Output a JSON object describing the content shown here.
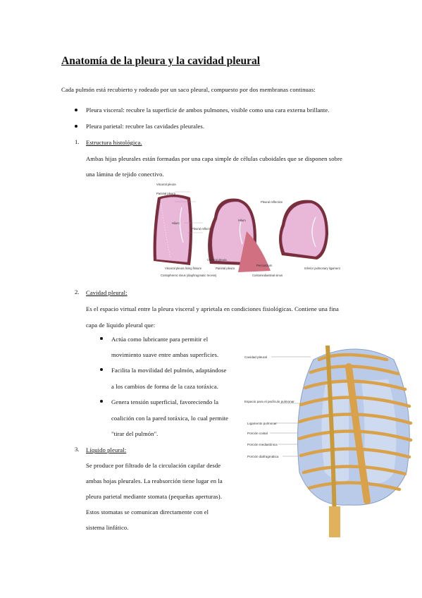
{
  "title": "Anatomía de la pleura y la cavidad pleural",
  "intro": "Cada pulmón está recubierto y rodeado por un saco pleural, compuesto por dos membranas continuas:",
  "bullets": [
    "Pleura visceral: recubre la superficie de ambos pulmones, visible como una cara externa brillante.",
    "Pleura parietal: recubre las cavidades pleurales."
  ],
  "section1": {
    "num": "1.",
    "heading": "Estructura histológica.",
    "line1": "Ambas hijas pleurales están formadas por una capa simple de células cuboidales que se disponen sobre",
    "line2": "una lámina de tejido conectivo."
  },
  "figure1": {
    "labels": {
      "visceral_pleura": "Visceral pleura",
      "parietal_pleura": "Parietal pleura",
      "hilum1": "Hilum",
      "pleural_reflection1": "Pleural reflection",
      "visceral_lining": "Visceral pleura lining fissure",
      "costophrenic": "Costophrenic sinus (diaphragmatic recess)",
      "pleural_reflection2": "Pleural reflection",
      "hilum2": "Hilum",
      "visceral2": "Visceral pleura",
      "parietal2": "Parietal pleura",
      "costomediastinal": "Costomediastinal sinus",
      "pericardium": "Pericardium",
      "inferior_ligament": "Inferior pulmonary ligament"
    }
  },
  "section2": {
    "num": "2.",
    "heading": "Cavidad pleural:",
    "line1": "Es el espacio virtual entre la pleura visceral y aprietala en condiciones fisiológicas. Contiene una fina",
    "line2": "capa de líquido pleural que:",
    "items": [
      {
        "l1": "Actúa como lubricante para permitir el",
        "l2": "movimiento suave entre ambas superficies."
      },
      {
        "l1": "Facilita la movilidad del pulmón, adaptándose",
        "l2": "a los cambios de forma de la caza toráxica."
      },
      {
        "l1": "Genera tensión superficial, favoreciendo la",
        "l2": "coalición con la pared toráxica, lo cual permite",
        "l3": "\"tirar del pulmón\"."
      }
    ]
  },
  "figure2": {
    "labels": {
      "cavidad": "Cavidad pleural",
      "espacio": "Espacio para el pedículo pulmonar",
      "ligamento": "Ligamento pulmonar",
      "costal": "Porción costal",
      "mediastinica": "Porción mediastínica",
      "diafragmatica": "Porción diafragmática"
    }
  },
  "section3": {
    "num": "3.",
    "heading": "Líquido pleural:",
    "lines": [
      "Se produce por filtrado de la circulación capilar desde",
      "ambas hojas pleurales. La reabsorción tiene lugar en la",
      "pleura parietal mediante stomata (pequeñas aperturas).",
      "Estos stomatas se comunican directamente con el",
      "sistema linfático."
    ]
  }
}
